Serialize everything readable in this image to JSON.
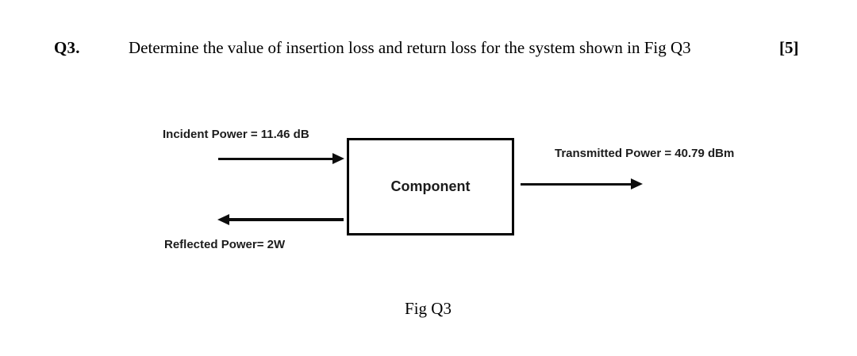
{
  "header": {
    "question_number": "Q3.",
    "question_text": "Determine the value of insertion loss and return loss for the system shown in Fig Q3",
    "marks": "[5]"
  },
  "diagram": {
    "incident_label": "Incident Power = 11.46 dB",
    "transmitted_label": "Transmitted Power = 40.79 dBm",
    "reflected_label": "Reflected Power= 2W",
    "component_label": "Component",
    "caption": "Fig Q3"
  },
  "colors": {
    "background": "#ffffff",
    "text": "#000000",
    "diagram_ink": "#1c1c1c"
  }
}
